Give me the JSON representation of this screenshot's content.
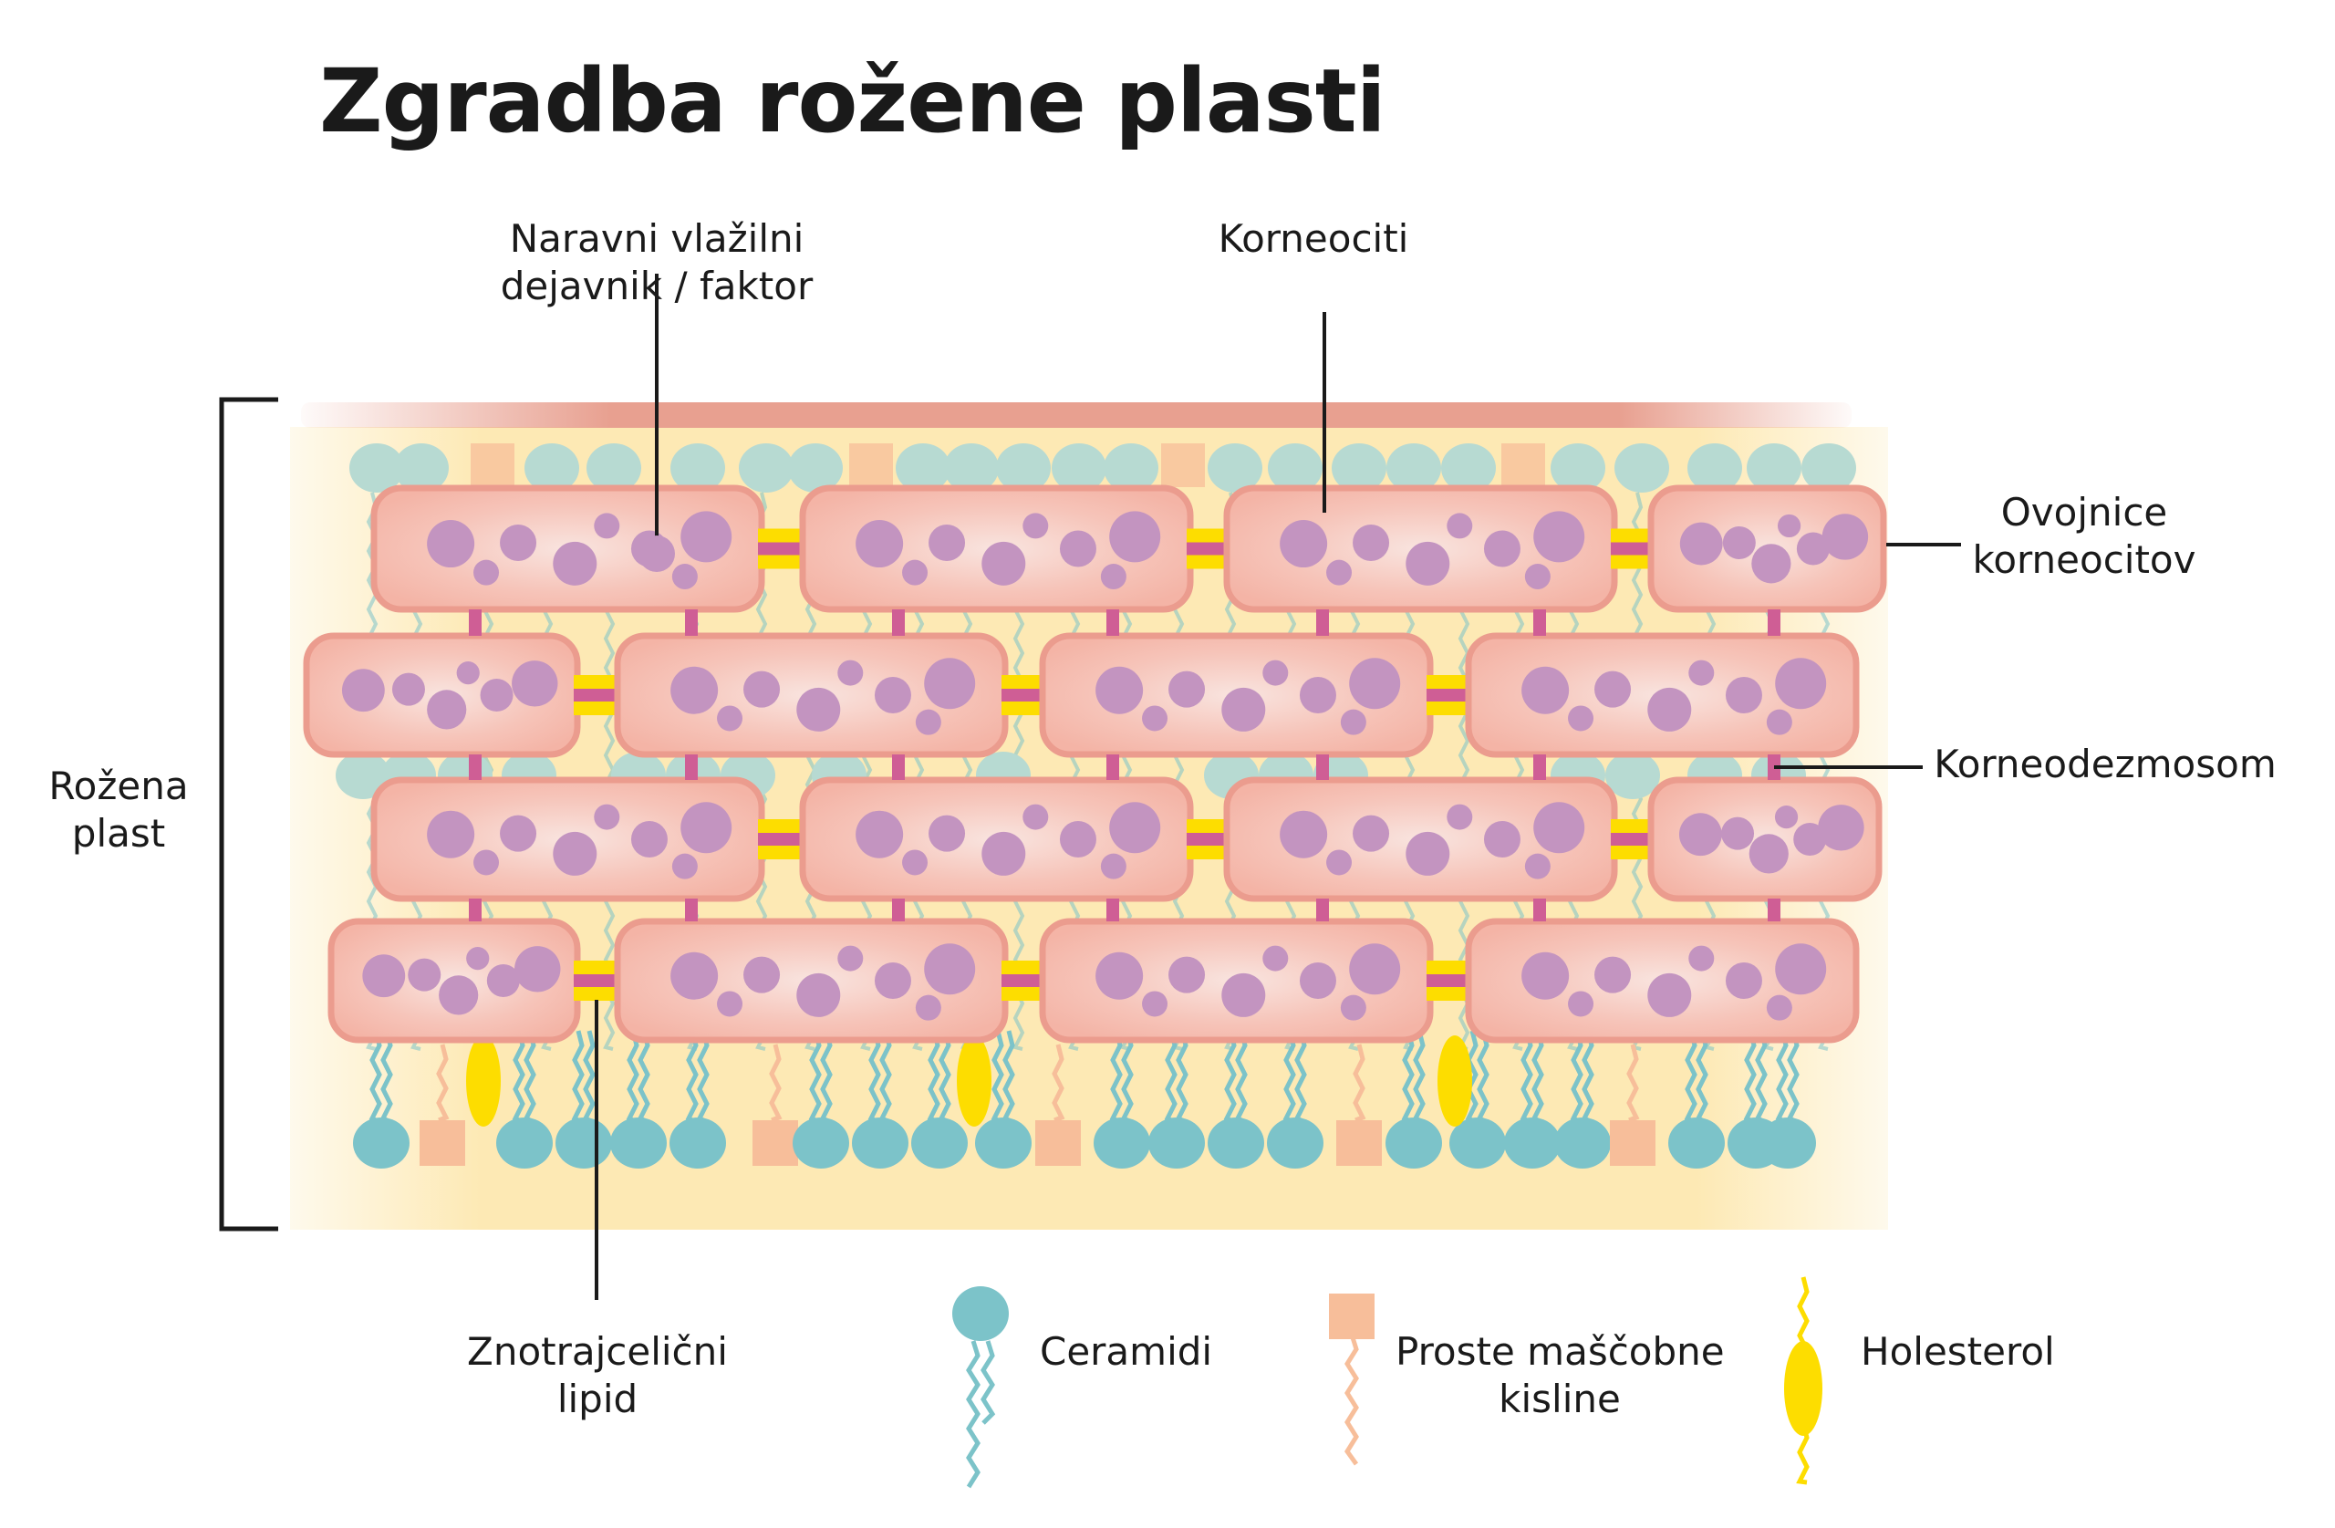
{
  "title": "Zgradba rožene plasti",
  "labels": {
    "nmf": [
      "Naravni vlažilni",
      "dejavnik / faktor"
    ],
    "corneocytes": "Korneociti",
    "envelopes": [
      "Ovojnice",
      "korneocitov"
    ],
    "corneodesmosome": "Korneodezmosom",
    "stratum": [
      "Rožena",
      "plast"
    ],
    "intercellular_lipid": [
      "Znotrajcelični",
      "lipid"
    ]
  },
  "legend": [
    {
      "icon": "ceramide-icon",
      "label": "Ceramidi"
    },
    {
      "icon": "fatty-acid-icon",
      "label": [
        "Proste maščobne",
        "kisline"
      ]
    },
    {
      "icon": "cholesterol-icon",
      "label": "Holesterol"
    }
  ],
  "colors": {
    "background_layer": "#fde9b4",
    "top_strip": "#e8a090",
    "cell_fill": "#f6bfb3",
    "cell_border": "#eb9c8e",
    "vesicle": "#c394c0",
    "desmosome": "#cf5e95",
    "ceramide": "#7cc3c9",
    "ceramide_pale": "#b7dad2",
    "fatty_acid": "#f7be9a",
    "cholesterol": "#fddd00",
    "line": "#1a1a1a"
  }
}
